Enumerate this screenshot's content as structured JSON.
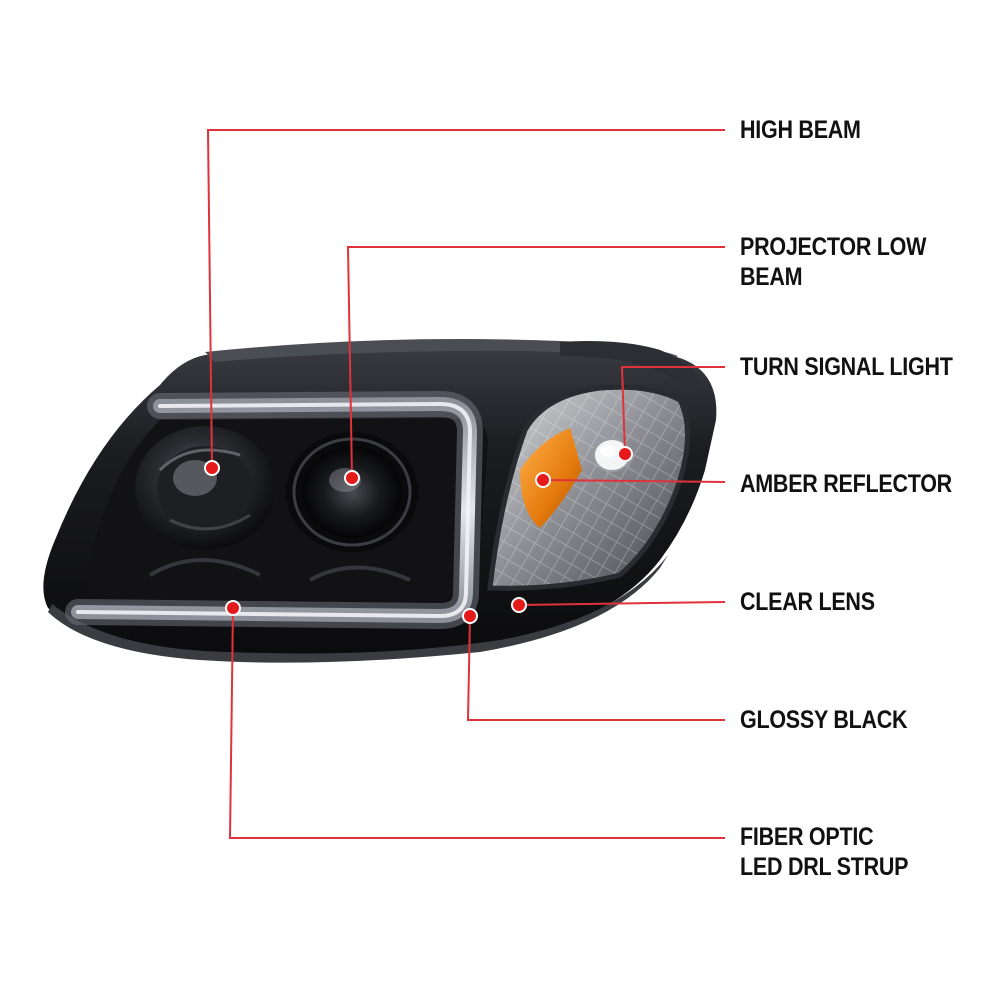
{
  "colors": {
    "leader_line": "#e0323a",
    "marker_dot": "#e51a1a",
    "label_text": "#111111",
    "housing": "#1a1a1c",
    "amber": "#f08a1a",
    "drl_glow": "#c9ccd4"
  },
  "product": {
    "image_name": "smoked-projector-headlight-with-drl"
  },
  "callouts": [
    {
      "key": "high_beam",
      "label": "HIGH BEAM"
    },
    {
      "key": "projector_low_beam",
      "label": "PROJECTOR LOW BEAM"
    },
    {
      "key": "turn_signal_light",
      "label": "TURN SIGNAL LIGHT"
    },
    {
      "key": "amber_reflector",
      "label": "AMBER REFLECTOR"
    },
    {
      "key": "clear_lens",
      "label": "CLEAR LENS"
    },
    {
      "key": "glossy_black",
      "label": "GLOSSY BLACK"
    },
    {
      "key": "fiber_optic_drl",
      "label": "FIBER OPTIC\nLED DRL STRUP"
    }
  ]
}
